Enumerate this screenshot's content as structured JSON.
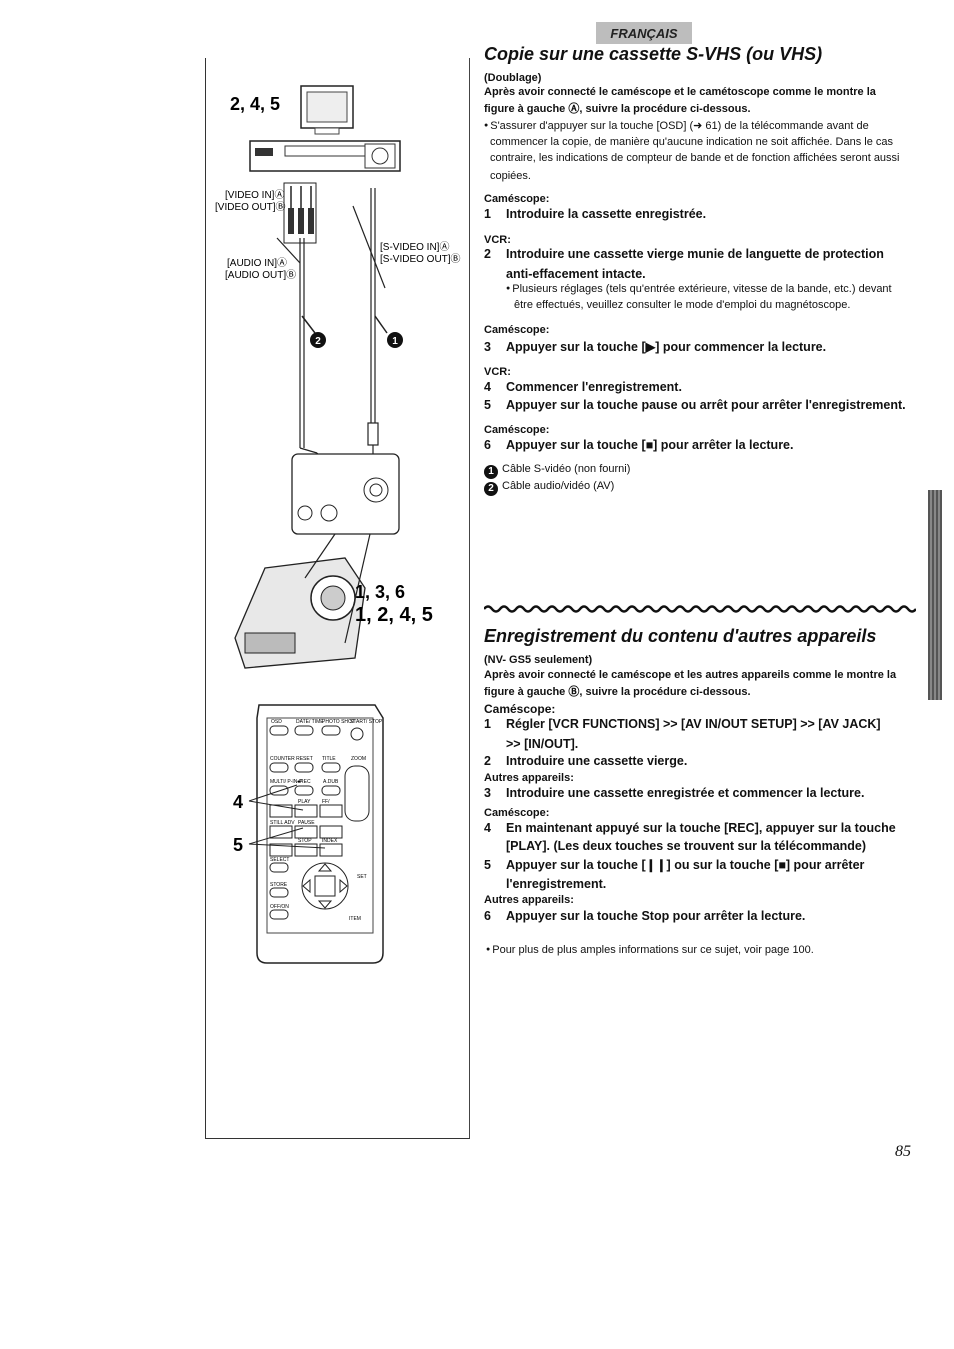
{
  "header": {
    "language": "FRANÇAIS"
  },
  "section1": {
    "title": "Copie sur une cassette S-VHS (ou VHS)",
    "subtitle": "(Doublage)",
    "intro1": "Après avoir connecté le caméscope et le camétoscope comme le montre la",
    "intro2": "figure à gauche Ⓐ, suivre la procédure ci-dessous.",
    "note1": "S'assurer d'appuyer sur la touche [OSD] (➜ 61) de la télécommande avant de",
    "note2": "commencer la copie, de manière qu'aucune indication ne soit affichée. Dans le cas",
    "note3": "contraire, les indications de compteur de bande et de fonction affichées seront aussi",
    "note4": "copiées.",
    "cam1": "Caméscope:",
    "step1": "Introduire la cassette enregistrée.",
    "vcr1": "VCR:",
    "step2a": "Introduire une cassette vierge munie de languette de protection",
    "step2b": "anti-effacement intacte.",
    "sub2a": "Plusieurs réglages (tels qu'entrée extérieure, vitesse de la bande, etc.) devant",
    "sub2b": "être effectués, veuillez consulter le mode d'emploi du magnétoscope.",
    "cam2": "Caméscope:",
    "step3": "Appuyer sur la touche [▶] pour commencer la lecture.",
    "vcr2": "VCR:",
    "step4": "Commencer l'enregistrement.",
    "step5": "Appuyer sur la touche pause ou arrêt pour arrêter l'enregistrement.",
    "cam3": "Caméscope:",
    "step6": "Appuyer sur la touche [■] pour arrêter la lecture.",
    "legend1": "Câble S-vidéo (non fourni)",
    "legend2": "Câble audio/vidéo (AV)"
  },
  "section2": {
    "title": "Enregistrement du contenu d'autres appareils",
    "subtitle": "(NV- GS5 seulement)",
    "intro1": "Après avoir connecté le caméscope et les autres appareils comme le montre la",
    "intro2": "figure à gauche Ⓑ, suivre la procédure ci-dessous.",
    "cam1": "Caméscope:",
    "step1a": "Régler [VCR FUNCTIONS] >> [AV IN/OUT SETUP] >> [AV JACK]",
    "step1b": ">> [IN/OUT].",
    "step2": "Introduire une cassette vierge.",
    "other1": "Autres appareils:",
    "step3": "Introduire une cassette enregistrée et commencer la lecture.",
    "cam2": "Caméscope:",
    "step4a": "En maintenant appuyé sur la touche [REC], appuyer sur la touche",
    "step4b": "[PLAY]. (Les deux touches se trouvent sur la télécommande)",
    "step5a": "Appuyer sur la touche [❙❙] ou sur la touche [■] pour arrêter",
    "step5b": "l'enregistrement.",
    "other2": "Autres appareils:",
    "step6": "Appuyer sur la touche Stop pour arrêter la lecture.",
    "footnote": "Pour plus de plus amples informations sur ce sujet, voir page 100."
  },
  "figure": {
    "steps_top": "2, 4, 5",
    "label_video_in": "[VIDEO IN]Ⓐ",
    "label_video_out": "[VIDEO OUT]Ⓑ",
    "label_audio_in": "[AUDIO IN]Ⓐ",
    "label_audio_out": "[AUDIO OUT]Ⓑ",
    "label_svideo_in": "[S-VIDEO IN]Ⓐ",
    "label_svideo_out": "[S-VIDEO OUT]Ⓑ",
    "cam_steps_a": "1, 3, 6",
    "cam_steps_b": "1, 2, 4, 5",
    "remote_step_4": "4",
    "remote_step_5": "5",
    "remote_buttons": [
      "OSD",
      "DATE/ TIME",
      "PHOTO SHOT",
      "START/ STOP",
      "COUNTER RESET",
      "TITLE",
      "ZOOM",
      "MULTI/ P-IN-P",
      "●REC",
      "A.DUB",
      "PLAY",
      "FF/",
      "STILL ADV",
      "PAUSE",
      "STOP",
      "INDEX",
      "SELECT",
      "STORE",
      "OFF/ON",
      "SET",
      "ITEM"
    ]
  },
  "page_number": "85"
}
